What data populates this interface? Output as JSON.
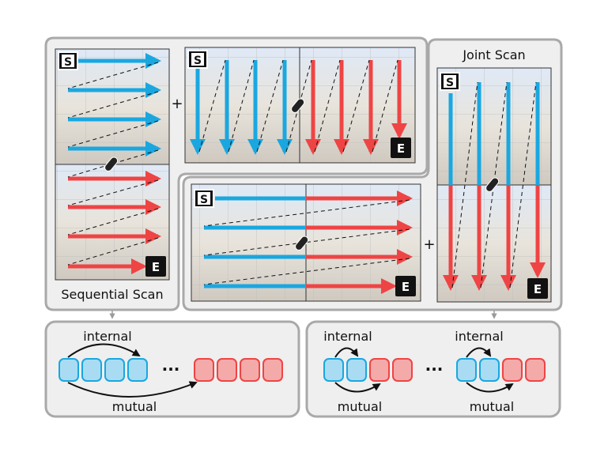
{
  "labels": {
    "sequential_scan": "Sequential Scan",
    "joint_scan": "Joint Scan",
    "start_marker": "S",
    "end_marker": "E",
    "plus": "+",
    "internal": "internal",
    "mutual": "mutual",
    "ellipsis": "···"
  },
  "colors": {
    "blue": "#1aa7e0",
    "red": "#ef4444",
    "panel_fill": "#efefef",
    "panel_stroke": "#a9a9a9",
    "blue_token_fill": "#a9dcf3",
    "red_token_fill": "#f5aaaa"
  },
  "icons": [
    "paperclip-icon",
    "link-arrow-icon"
  ]
}
